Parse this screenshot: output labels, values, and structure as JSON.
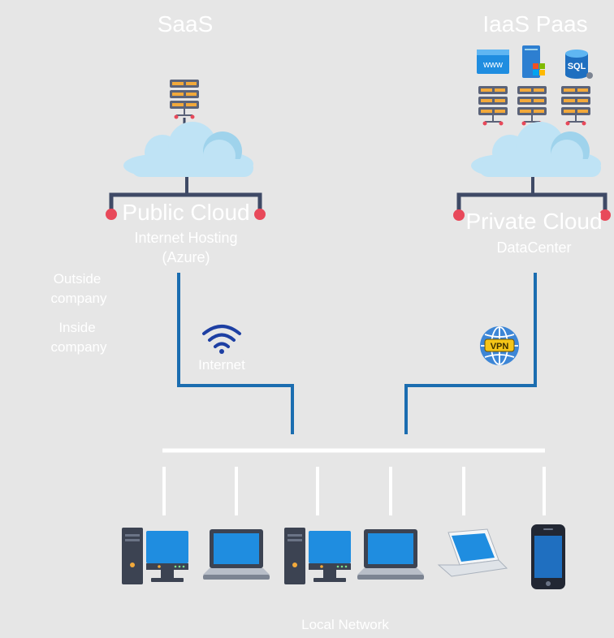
{
  "headings": {
    "saas": "SaaS",
    "iaas_paas": "IaaS Paas"
  },
  "public_cloud": {
    "title": "Public Cloud",
    "line1": "Internet Hosting",
    "line2": "(Azure)"
  },
  "private_cloud": {
    "title": "Private Cloud",
    "line1": "DataCenter"
  },
  "zones": {
    "outside_1": "Outside",
    "outside_2": "company",
    "inside_1": "Inside",
    "inside_2": "company"
  },
  "links": {
    "internet": "Internet",
    "vpn_badge": "VPN"
  },
  "services": {
    "www": "www",
    "sql": "SQL"
  },
  "local_network": "Local Network",
  "colors": {
    "background": "#e6e6e6",
    "link_line": "#1b6db0",
    "lan_line": "#ffffff",
    "cloud": "#bfe3f5",
    "connector": "#3f4a66",
    "endpoint": "#e8495a",
    "server": "#5b6379",
    "server_light": "#f2a93b"
  },
  "icons": [
    "server-rack-icon",
    "cloud-icon",
    "wifi-icon",
    "vpn-globe-icon",
    "web-server-icon",
    "windows-server-icon",
    "sql-database-icon",
    "desktop-pc-icon",
    "laptop-icon",
    "white-laptop-icon",
    "smartphone-icon"
  ]
}
